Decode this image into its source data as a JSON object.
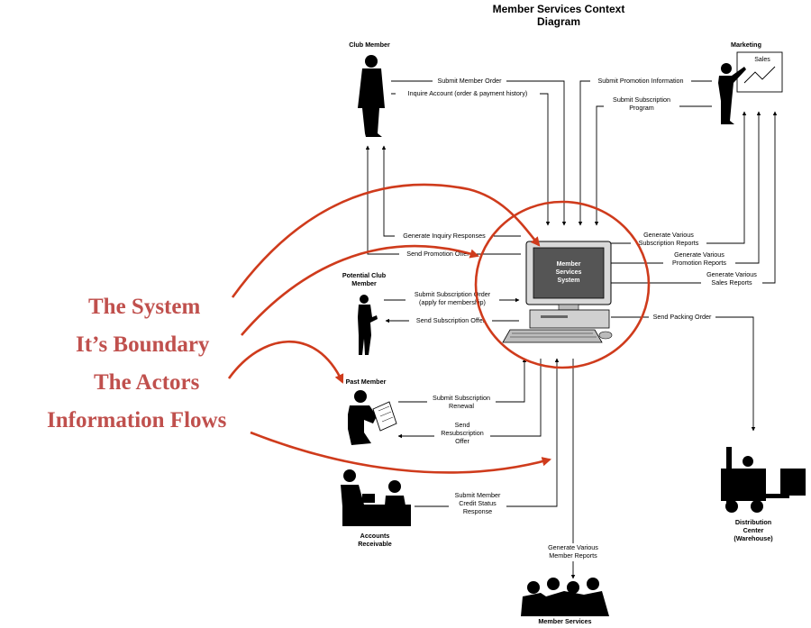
{
  "title": {
    "line1": "Member Services Context",
    "line2": "Diagram"
  },
  "system": {
    "line1": "Member",
    "line2": "Services",
    "line3": "System"
  },
  "actors": {
    "club_member": "Club Member",
    "marketing": "Marketing",
    "sales_sign": "Sales",
    "potential_line1": "Potential Club",
    "potential_line2": "Member",
    "past_member": "Past Member",
    "accounts_line1": "Accounts",
    "accounts_line2": "Receivable",
    "distribution_line1": "Distribution",
    "distribution_line2": "Center",
    "distribution_line3": "(Warehouse)",
    "member_services": "Member Services"
  },
  "flows": {
    "submit_member_order": "Submit Member Order",
    "inquire_account": "Inquire Account (order & payment history)",
    "submit_promotion_info": "Submit Promotion Information",
    "submit_subscription_program_1": "Submit Subscription",
    "submit_subscription_program_2": "Program",
    "generate_inquiry_responses": "Generate Inquiry Responses",
    "send_promotion_offer": "Send Promotion Offer",
    "gen_subscription_reports_1": "Generate Various",
    "gen_subscription_reports_2": "Subscription Reports",
    "gen_promotion_reports_1": "Generate Various",
    "gen_promotion_reports_2": "Promotion Reports",
    "gen_sales_reports_1": "Generate Various",
    "gen_sales_reports_2": "Sales Reports",
    "submit_subscription_order_1": "Submit Subscription Order",
    "submit_subscription_order_2": "(apply for membership)",
    "send_subscription_offer": "Send Subscription Offer",
    "send_packing_order": "Send Packing Order",
    "submit_subscription_renewal_1": "Submit Subscription",
    "submit_subscription_renewal_2": "Renewal",
    "send_resubscription_offer_1": "Send",
    "send_resubscription_offer_2": "Resubscription",
    "send_resubscription_offer_3": "Offer",
    "credit_status_1": "Submit Member",
    "credit_status_2": "Credit Status",
    "credit_status_3": "Response",
    "gen_member_reports_1": "Generate Various",
    "gen_member_reports_2": "Member Reports"
  },
  "annotations": {
    "system": "The System",
    "boundary": "It’s Boundary",
    "actors": "The Actors",
    "flows": "Information Flows"
  },
  "colors": {
    "annotation_text": "#c0504d",
    "annotation_arrow": "#cf3b1c",
    "screen": "#555555"
  }
}
